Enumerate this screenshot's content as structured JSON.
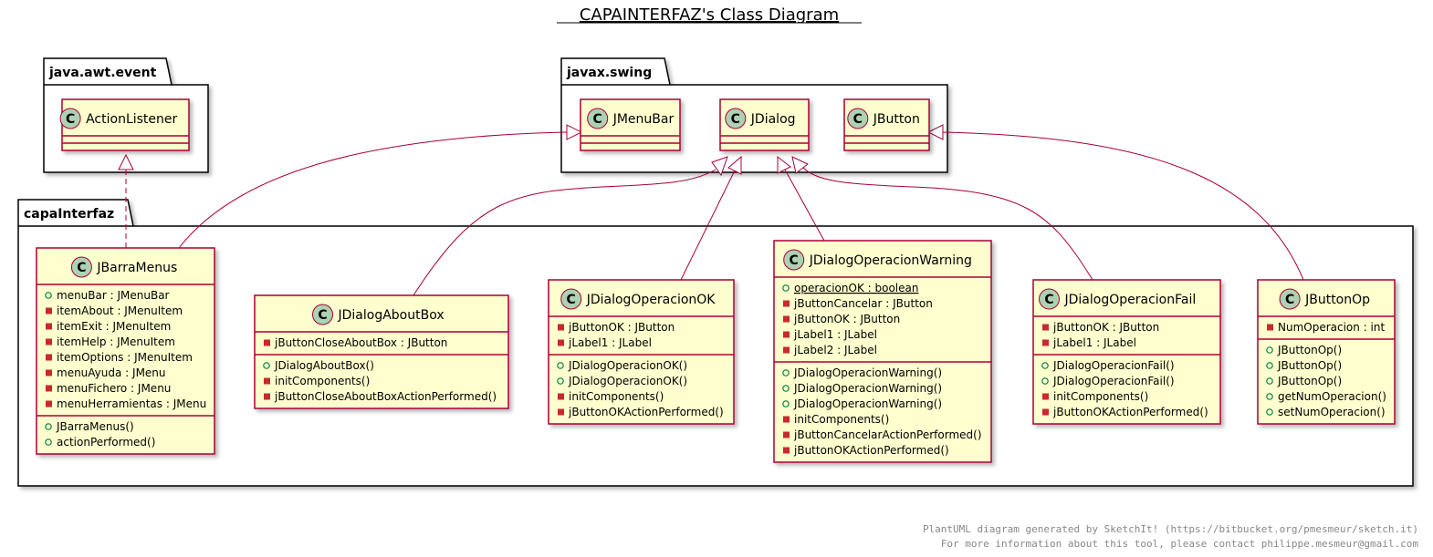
{
  "title": "CAPAINTERFAZ's Class Diagram",
  "footer": {
    "line1": "PlantUML diagram generated by SketchIt! (https://bitbucket.org/pmesmeur/sketch.it)",
    "line2": "For more information about this tool, please contact philippe.mesmeur@gmail.com"
  },
  "packages": [
    {
      "id": "java-awt-event",
      "name": "java.awt.event"
    },
    {
      "id": "javax-swing",
      "name": "javax.swing"
    },
    {
      "id": "capainterfaz",
      "name": "capaInterfaz"
    }
  ],
  "classes": [
    {
      "id": "ActionListener",
      "name": "ActionListener",
      "attributes": [],
      "methods": []
    },
    {
      "id": "JMenuBar",
      "name": "JMenuBar",
      "attributes": [],
      "methods": []
    },
    {
      "id": "JDialog",
      "name": "JDialog",
      "attributes": [],
      "methods": []
    },
    {
      "id": "JButton",
      "name": "JButton",
      "attributes": [],
      "methods": []
    },
    {
      "id": "JBarraMenus",
      "name": "JBarraMenus",
      "attributes": [
        {
          "vis": "public",
          "text": "menuBar : JMenuBar"
        },
        {
          "vis": "private",
          "text": "itemAbout : JMenuItem"
        },
        {
          "vis": "private",
          "text": "itemExit : JMenuItem"
        },
        {
          "vis": "private",
          "text": "itemHelp : JMenuItem"
        },
        {
          "vis": "private",
          "text": "itemOptions : JMenuItem"
        },
        {
          "vis": "private",
          "text": "menuAyuda : JMenu"
        },
        {
          "vis": "private",
          "text": "menuFichero : JMenu"
        },
        {
          "vis": "private",
          "text": "menuHerramientas : JMenu"
        }
      ],
      "methods": [
        {
          "vis": "public",
          "text": "JBarraMenus()"
        },
        {
          "vis": "public",
          "text": "actionPerformed()"
        }
      ]
    },
    {
      "id": "JDialogAboutBox",
      "name": "JDialogAboutBox",
      "attributes": [
        {
          "vis": "private",
          "text": "jButtonCloseAboutBox : JButton"
        }
      ],
      "methods": [
        {
          "vis": "public",
          "text": "JDialogAboutBox()"
        },
        {
          "vis": "private",
          "text": "initComponents()"
        },
        {
          "vis": "private",
          "text": "jButtonCloseAboutBoxActionPerformed()"
        }
      ]
    },
    {
      "id": "JDialogOperacionOK",
      "name": "JDialogOperacionOK",
      "attributes": [
        {
          "vis": "private",
          "text": "jButtonOK : JButton"
        },
        {
          "vis": "private",
          "text": "jLabel1 : JLabel"
        }
      ],
      "methods": [
        {
          "vis": "public",
          "text": "JDialogOperacionOK()"
        },
        {
          "vis": "public",
          "text": "JDialogOperacionOK()"
        },
        {
          "vis": "private",
          "text": "initComponents()"
        },
        {
          "vis": "private",
          "text": "jButtonOKActionPerformed()"
        }
      ]
    },
    {
      "id": "JDialogOperacionWarning",
      "name": "JDialogOperacionWarning",
      "attributes": [
        {
          "vis": "public",
          "text": "operacionOK : boolean",
          "underline": true
        },
        {
          "vis": "private",
          "text": "jButtonCancelar : JButton"
        },
        {
          "vis": "private",
          "text": "jButtonOK : JButton"
        },
        {
          "vis": "private",
          "text": "jLabel1 : JLabel"
        },
        {
          "vis": "private",
          "text": "jLabel2 : JLabel"
        }
      ],
      "methods": [
        {
          "vis": "public",
          "text": "JDialogOperacionWarning()"
        },
        {
          "vis": "public",
          "text": "JDialogOperacionWarning()"
        },
        {
          "vis": "public",
          "text": "JDialogOperacionWarning()"
        },
        {
          "vis": "private",
          "text": "initComponents()"
        },
        {
          "vis": "private",
          "text": "jButtonCancelarActionPerformed()"
        },
        {
          "vis": "private",
          "text": "jButtonOKActionPerformed()"
        }
      ]
    },
    {
      "id": "JDialogOperacionFail",
      "name": "JDialogOperacionFail",
      "attributes": [
        {
          "vis": "private",
          "text": "jButtonOK : JButton"
        },
        {
          "vis": "private",
          "text": "jLabel1 : JLabel"
        }
      ],
      "methods": [
        {
          "vis": "public",
          "text": "JDialogOperacionFail()"
        },
        {
          "vis": "public",
          "text": "JDialogOperacionFail()"
        },
        {
          "vis": "private",
          "text": "initComponents()"
        },
        {
          "vis": "private",
          "text": "jButtonOKActionPerformed()"
        }
      ]
    },
    {
      "id": "JButtonOp",
      "name": "JButtonOp",
      "attributes": [
        {
          "vis": "private",
          "text": "NumOperacion : int"
        }
      ],
      "methods": [
        {
          "vis": "public",
          "text": "JButtonOp()"
        },
        {
          "vis": "public",
          "text": "JButtonOp()"
        },
        {
          "vis": "public",
          "text": "JButtonOp()"
        },
        {
          "vis": "public",
          "text": "getNumOperacion()"
        },
        {
          "vis": "public",
          "text": "setNumOperacion()"
        }
      ]
    }
  ],
  "relations": [
    {
      "from": "JBarraMenus",
      "to": "ActionListener",
      "kind": "realization"
    },
    {
      "from": "JBarraMenus",
      "to": "JMenuBar",
      "kind": "inheritance"
    },
    {
      "from": "JDialogAboutBox",
      "to": "JDialog",
      "kind": "inheritance"
    },
    {
      "from": "JDialogOperacionOK",
      "to": "JDialog",
      "kind": "inheritance"
    },
    {
      "from": "JDialogOperacionWarning",
      "to": "JDialog",
      "kind": "inheritance"
    },
    {
      "from": "JDialogOperacionFail",
      "to": "JDialog",
      "kind": "inheritance"
    },
    {
      "from": "JButtonOp",
      "to": "JButton",
      "kind": "inheritance"
    }
  ],
  "colors": {
    "class_fill": "#FEFECE",
    "class_border": "#A80036",
    "circle_fill": "#ADD1B2",
    "public_icon": "#038048",
    "private_icon": "#C82930",
    "relation": "#A80036",
    "package_border": "#000000"
  }
}
